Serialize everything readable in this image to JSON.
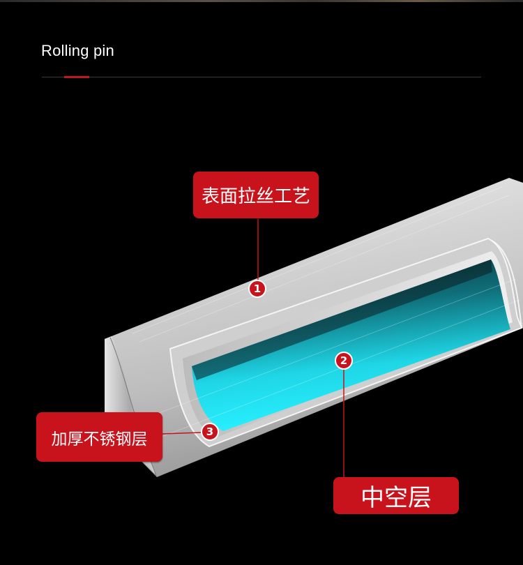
{
  "header": {
    "title": "Rolling pin"
  },
  "callouts": [
    {
      "number": "1",
      "label": "表面拉丝工艺"
    },
    {
      "number": "2",
      "label": "中空层"
    },
    {
      "number": "3",
      "label": "加厚不锈钢层"
    }
  ],
  "colors": {
    "background": "#000000",
    "accent_red": "#c8121c",
    "steel_light": "#e8e8e8",
    "steel_dark": "#8e8e8e",
    "hollow_cyan": "#1fe2f0"
  }
}
